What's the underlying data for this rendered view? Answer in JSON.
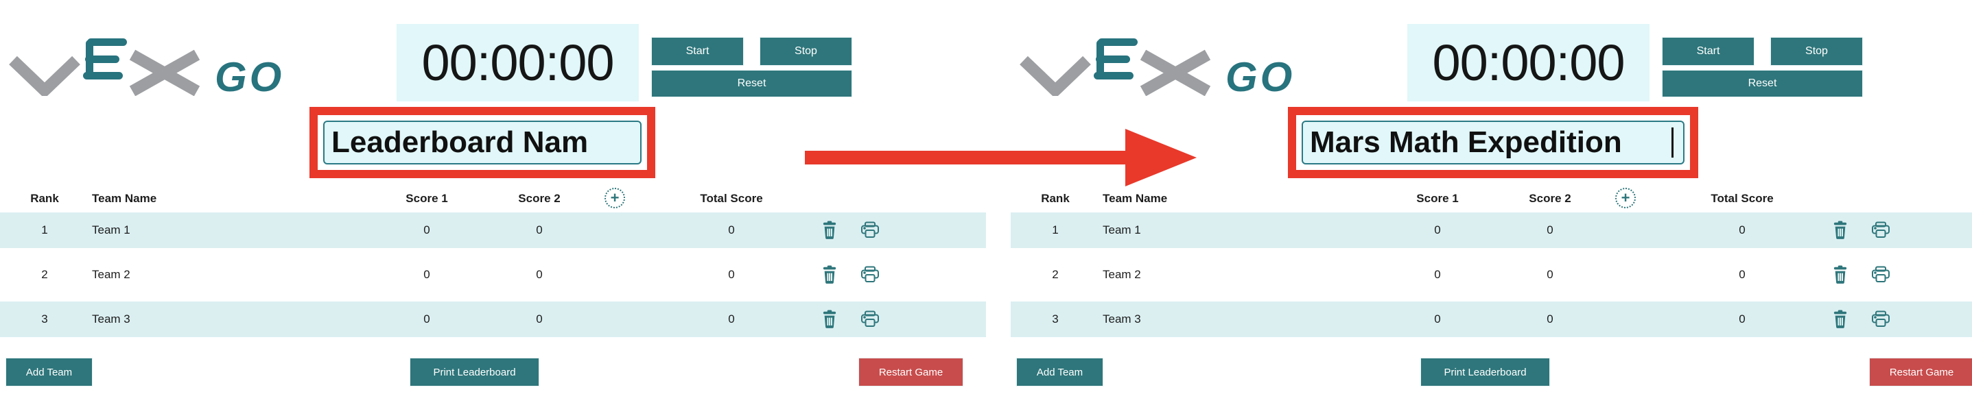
{
  "app": {
    "name": "VEX GO Leaderboard",
    "logo_text": "VEX",
    "logo_product": "GO"
  },
  "shared": {
    "timer": {
      "value": "00:00:00"
    },
    "controls": {
      "start": "Start",
      "stop": "Stop",
      "reset": "Reset"
    },
    "table": {
      "headers": {
        "rank": "Rank",
        "team": "Team Name",
        "score1": "Score 1",
        "score2": "Score 2",
        "add_score_symbol": "+",
        "total": "Total Score"
      },
      "rows": [
        {
          "rank": "1",
          "team": "Team 1",
          "score1": "0",
          "score2": "0",
          "total": "0"
        },
        {
          "rank": "2",
          "team": "Team 2",
          "score1": "0",
          "score2": "0",
          "total": "0"
        },
        {
          "rank": "3",
          "team": "Team 3",
          "score1": "0",
          "score2": "0",
          "total": "0"
        }
      ]
    },
    "footer": {
      "add_team": "Add Team",
      "print": "Print Leaderboard",
      "restart": "Restart Game"
    }
  },
  "panels": [
    {
      "side": "before",
      "name_input_value": "Leaderboard Nam"
    },
    {
      "side": "after",
      "name_input_value": "Mars Math Expedition"
    }
  ],
  "annotation": {
    "arrow_direction": "right"
  },
  "colors": {
    "button_teal": "#2e767b",
    "logo_teal": "#27737e",
    "logo_gray": "#9c9ea1",
    "field_cyan": "#e1f7f9",
    "row_cyan": "#dbeff1",
    "annotation_red": "#e8392b",
    "restart_red": "#c84c4c"
  }
}
